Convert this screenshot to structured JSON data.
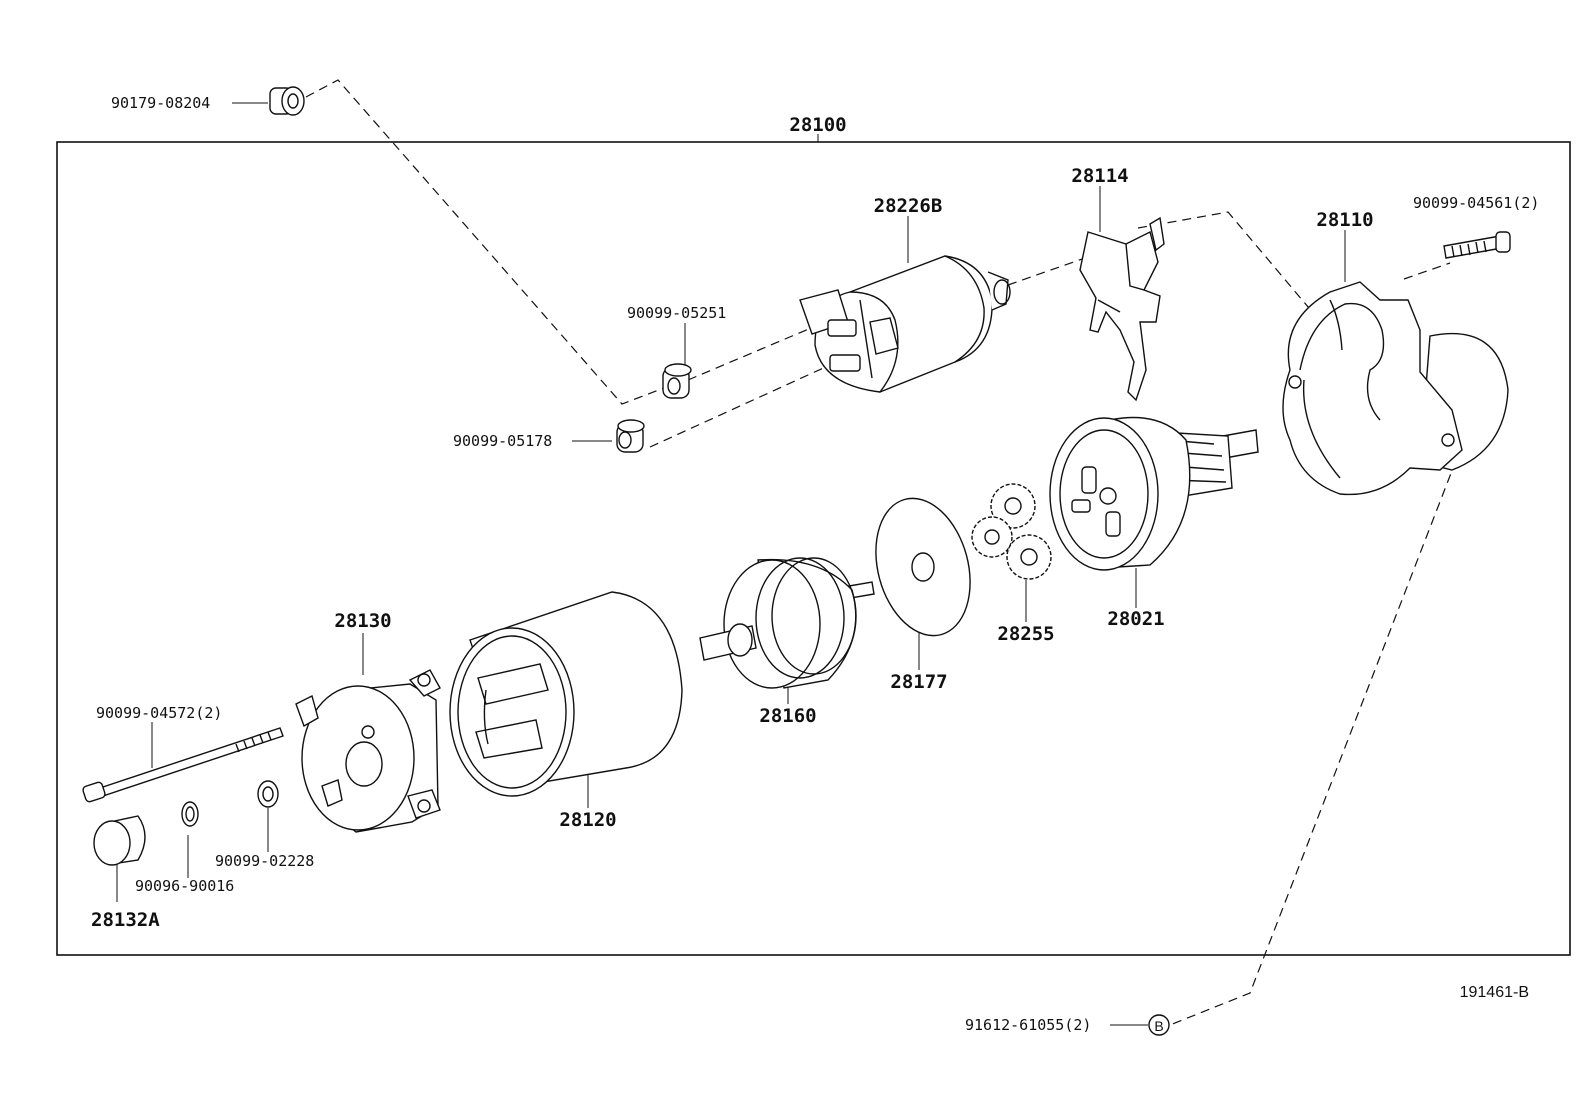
{
  "diagram": {
    "drawing_id": "191461-B",
    "assembly_label": "28100",
    "circled_marker": "B",
    "labels": {
      "p90179_08204": "90179-08204",
      "p28226B": "28226B",
      "p28114": "28114",
      "p28110": "28110",
      "p90099_04561": "90099-04561(2)",
      "p90099_05251": "90099-05251",
      "p90099_05178": "90099-05178",
      "p28021": "28021",
      "p28255": "28255",
      "p28177": "28177",
      "p28160": "28160",
      "p28130": "28130",
      "p28120": "28120",
      "p90099_04572": "90099-04572(2)",
      "p90099_02228": "90099-02228",
      "p90096_90016": "90096-90016",
      "p28132A": "28132A",
      "p91612_61055": "91612-61055(2)"
    }
  }
}
